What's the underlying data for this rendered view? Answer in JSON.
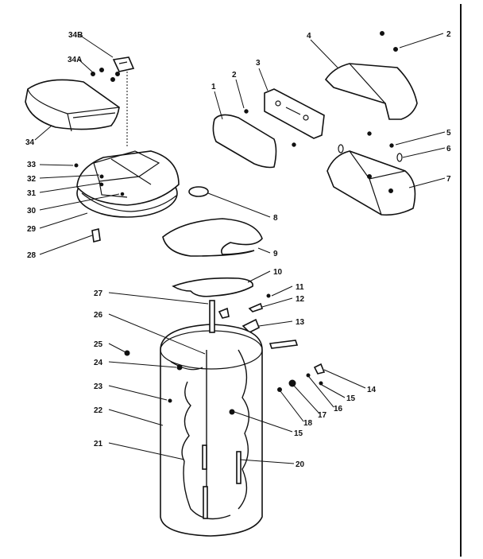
{
  "labels": {
    "l34b": "34B",
    "l34a": "34A",
    "l34": "34",
    "l33": "33",
    "l32": "32",
    "l31": "31",
    "l30": "30",
    "l29": "29",
    "l28": "28",
    "l2a": "2",
    "l1": "1",
    "l3": "3",
    "l4": "4",
    "l2b": "2",
    "l5": "5",
    "l6": "6",
    "l7": "7",
    "l8": "8",
    "l9": "9",
    "l10": "10",
    "l11": "11",
    "l12": "12",
    "l13": "13",
    "l27": "27",
    "l26": "26",
    "l25": "25",
    "l24": "24",
    "l23": "23",
    "l22": "22",
    "l21": "21",
    "l20": "20",
    "l14": "14",
    "l15a": "15",
    "l16": "16",
    "l17": "17",
    "l18": "18",
    "l15b": "15"
  }
}
